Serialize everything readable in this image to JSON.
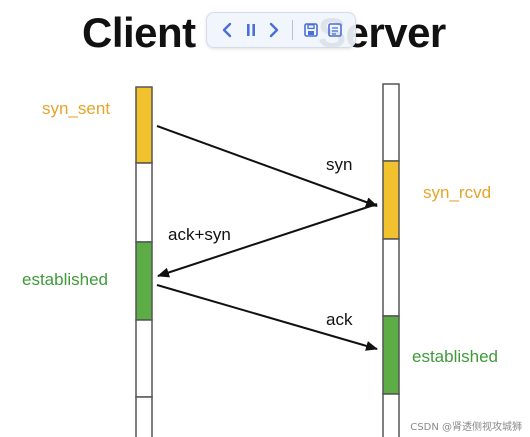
{
  "titles": {
    "client": "Client",
    "server": "Server"
  },
  "toolbar": {
    "icons": [
      "chevron-left-icon",
      "pause-icon",
      "chevron-right-icon",
      "save-icon",
      "screenshot-icon"
    ]
  },
  "client_states": {
    "syn_sent": "syn_sent",
    "established": "established"
  },
  "server_states": {
    "syn_rcvd": "syn_rcvd",
    "established": "established"
  },
  "messages": {
    "syn": "syn",
    "ack_syn": "ack+syn",
    "ack": "ack"
  },
  "watermark": "CSDN @肾透侧视攻城狮",
  "colors": {
    "yellow": "#f2c12e",
    "green": "#5cad45",
    "orange_text": "#e6a42a",
    "green_text": "#3f9a3a",
    "timeline_border": "#555555"
  }
}
